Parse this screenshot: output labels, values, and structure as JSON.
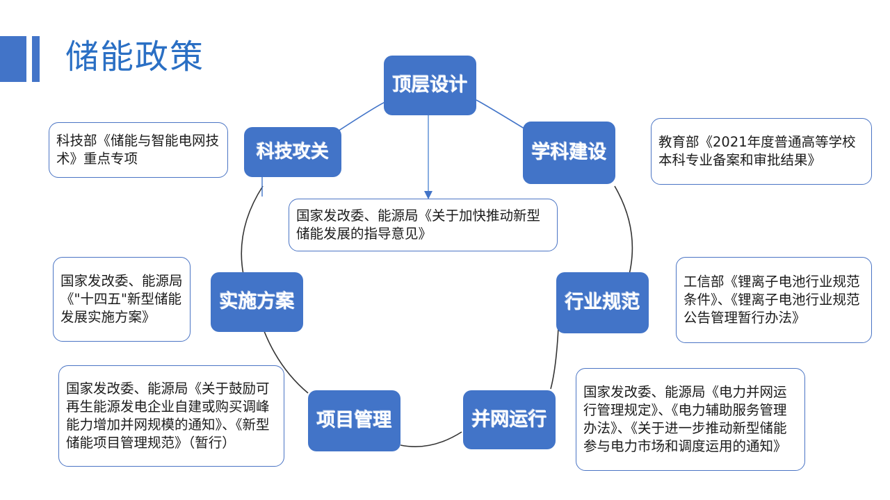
{
  "slide": {
    "title": "储能政策",
    "accent_color": "#4274c8",
    "title_color": "#2a6fc4",
    "background": "#ffffff"
  },
  "diagram": {
    "type": "cycle-diagram",
    "nodes": [
      {
        "id": "top-design",
        "label": "顶层设计",
        "position": "top"
      },
      {
        "id": "discipline-build",
        "label": "学科建设",
        "position": "top-right"
      },
      {
        "id": "industry-standard",
        "label": "行业规范",
        "position": "right"
      },
      {
        "id": "grid-operation",
        "label": "并网运行",
        "position": "bottom-right"
      },
      {
        "id": "project-mgmt",
        "label": "项目管理",
        "position": "bottom-left"
      },
      {
        "id": "implementation",
        "label": "实施方案",
        "position": "left"
      },
      {
        "id": "tech-research",
        "label": "科技攻关",
        "position": "top-left"
      }
    ],
    "callouts": [
      {
        "id": "callout-tech-research",
        "for": "tech-research",
        "text": "科技部《储能与智能电网技术》重点专项"
      },
      {
        "id": "callout-discipline",
        "for": "discipline-build",
        "text": "教育部《2021年度普通高等学校本科专业备案和审批结果》"
      },
      {
        "id": "callout-center",
        "for": "top-design",
        "text": "国家发改委、能源局《关于加快推动新型储能发展的指导意见》"
      },
      {
        "id": "callout-implementation",
        "for": "implementation",
        "text": "国家发改委、能源局《\"十四五\"新型储能发展实施方案》"
      },
      {
        "id": "callout-industry-standard",
        "for": "industry-standard",
        "text": "工信部《锂离子电池行业规范条件》、《锂离子电池行业规范公告管理暂行办法》"
      },
      {
        "id": "callout-project-mgmt",
        "for": "project-mgmt",
        "text": "国家发改委、能源局《关于鼓励可再生能源发电企业自建或购买调峰能力增加并网规模的通知》、《新型储能项目管理规范》（暂行）"
      },
      {
        "id": "callout-grid-operation",
        "for": "grid-operation",
        "text": "国家发改委、能源局《电力并网运行管理规定》、《电力辅助服务管理办法》、《关于进一步推动新型储能参与电力市场和调度运用的通知》"
      }
    ]
  }
}
